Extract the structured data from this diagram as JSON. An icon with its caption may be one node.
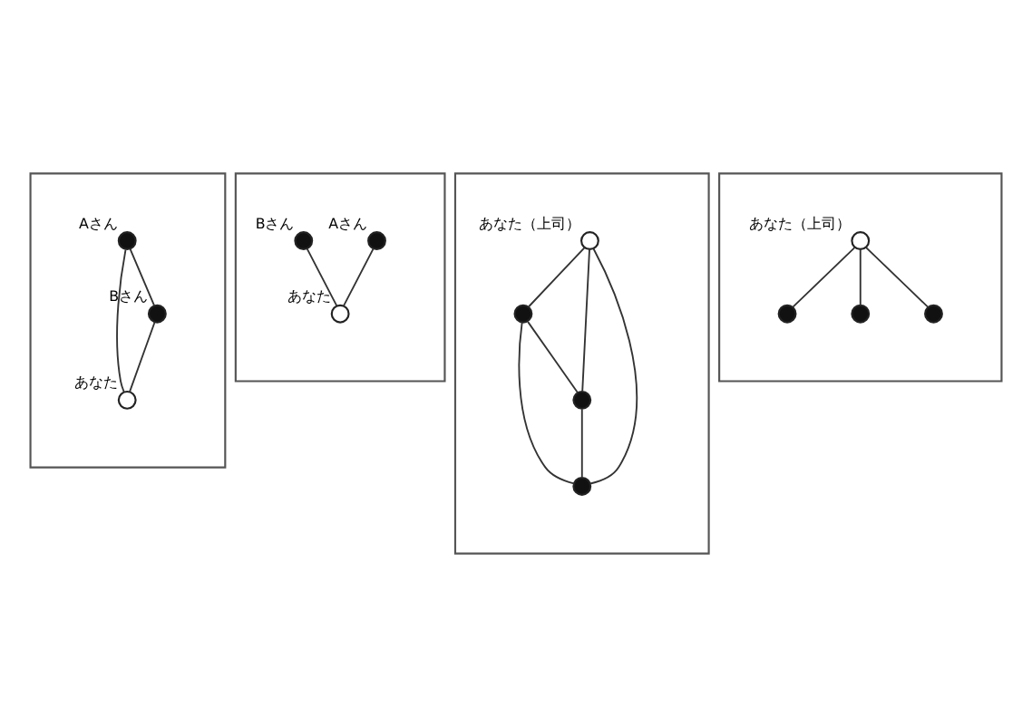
{
  "diagram": {
    "nodes": [
      {
        "text": [],
        "shape": "box"
      },
      {
        "text": [],
        "shape": "circle",
        "in": 0,
        "beside": [
          "Aさん"
        ]
      },
      {
        "text": [],
        "shape": "circle",
        "in": 0,
        "beside": [
          "あなた"
        ]
      },
      {
        "text": [],
        "shape": "circle",
        "in": 0,
        "beside": [
          "Bさん"
        ]
      },
      {
        "text": [],
        "shape": "box"
      },
      {
        "text": [],
        "shape": "circle",
        "in": 4,
        "beside": [
          "Aさん"
        ]
      },
      {
        "text": [],
        "shape": "circle",
        "in": 4,
        "beside": [
          "あなた"
        ]
      },
      {
        "text": [],
        "shape": "circle",
        "in": 4,
        "beside": [
          "Bさん"
        ]
      },
      {
        "text": [],
        "shape": "box"
      },
      {
        "text": [],
        "shape": "circle",
        "in": 8,
        "beside": [
          "あなた（上司）"
        ]
      },
      {
        "text": [],
        "shape": "circle",
        "in": 8
      },
      {
        "text": [],
        "shape": "circle",
        "in": 8
      },
      {
        "text": [],
        "shape": "circle",
        "in": 8
      },
      {
        "text": [],
        "shape": "box"
      },
      {
        "text": [],
        "shape": "circle",
        "in": 13,
        "beside": [
          "あなた（上司）"
        ]
      },
      {
        "text": [],
        "shape": "circle",
        "in": 13
      },
      {
        "text": [],
        "shape": "circle",
        "in": 13
      },
      {
        "text": [],
        "shape": "circle",
        "in": 13
      }
    ],
    "edges": [
      {
        "from": 1,
        "to": 2,
        "arrow": "none"
      },
      {
        "from": 1,
        "to": 3,
        "arrow": "none"
      },
      {
        "from": 3,
        "to": 2,
        "arrow": "none"
      },
      {
        "from": 5,
        "to": 6,
        "arrow": "none"
      },
      {
        "from": 7,
        "to": 6,
        "arrow": "none"
      },
      {
        "from": 9,
        "to": 10,
        "arrow": "none"
      },
      {
        "from": 9,
        "to": 11,
        "arrow": "none"
      },
      {
        "from": 9,
        "to": 12,
        "arrow": "none"
      },
      {
        "from": 10,
        "to": 11,
        "arrow": "none"
      },
      {
        "from": 10,
        "to": 12,
        "arrow": "none"
      },
      {
        "from": 11,
        "to": 12,
        "arrow": "none"
      },
      {
        "from": 14,
        "to": 15,
        "arrow": "none"
      },
      {
        "from": 14,
        "to": 16,
        "arrow": "none"
      },
      {
        "from": 14,
        "to": 17,
        "arrow": "none"
      }
    ]
  }
}
